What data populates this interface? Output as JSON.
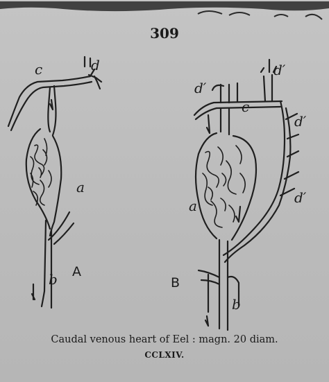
{
  "figure": {
    "number": "309",
    "caption": "Caudal venous heart of Eel : magn. 20 diam.",
    "plate": "CCLXIV."
  },
  "panels": {
    "a": "A",
    "b": "B"
  },
  "labels": {
    "a_c": "c",
    "a_d": "d",
    "a_a": "a",
    "a_b": "b",
    "b_d1": "d′",
    "b_d2": "d′",
    "b_c": "c",
    "b_d3": "d′",
    "b_d4": "d′",
    "b_a": "a",
    "b_b": "b"
  }
}
